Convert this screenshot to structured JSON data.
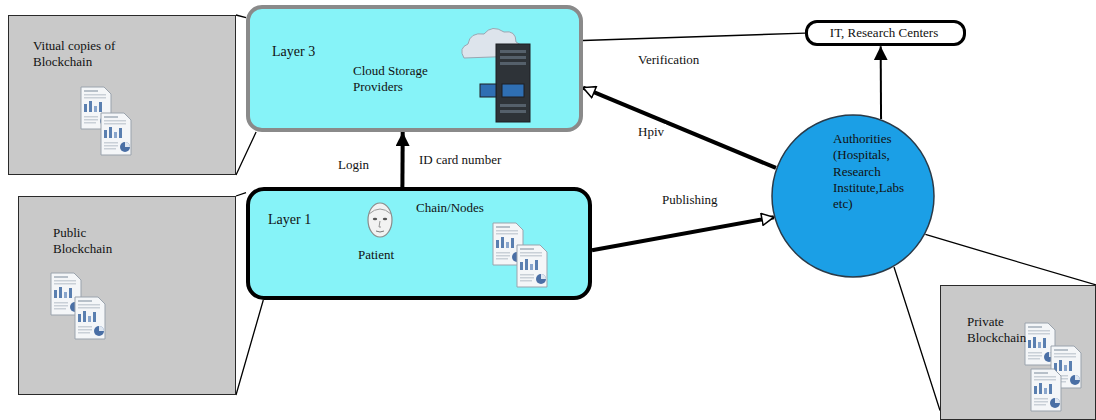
{
  "diagram": {
    "nodes": [
      {
        "text": [
          "Vitual copies of Blockchain"
        ]
      },
      {
        "text": [
          "Layer 3",
          "Cloud Storage Providers"
        ]
      },
      {
        "text": [
          "IT, Research Centers"
        ]
      },
      {
        "text": [
          "Public Blockchain"
        ]
      },
      {
        "text": [
          "Layer 1",
          "Chain/Nodes",
          "Patient"
        ]
      },
      {
        "text": [
          "Authorities (Hospitals, Research Institute,Labs etc)"
        ]
      },
      {
        "text": [
          "Private Blockchain"
        ]
      }
    ],
    "edges": [
      {
        "from": 4,
        "to": 1,
        "arrow": "to",
        "label": "Login"
      },
      {
        "from": 1,
        "to": 2,
        "arrow": "none",
        "label": "Verification"
      },
      {
        "from": 5,
        "to": 2,
        "arrow": "to"
      },
      {
        "from": 5,
        "to": 1,
        "arrow": "to",
        "label": "Hpiv"
      },
      {
        "from": 4,
        "to": 5,
        "arrow": "to",
        "label": "Publishing"
      },
      {
        "from": 0,
        "to": 1,
        "arrow": "none"
      },
      {
        "from": 3,
        "to": 4,
        "arrow": "none"
      },
      {
        "from": 5,
        "to": 6,
        "arrow": "none"
      }
    ],
    "labels": [
      "ID card number"
    ]
  }
}
